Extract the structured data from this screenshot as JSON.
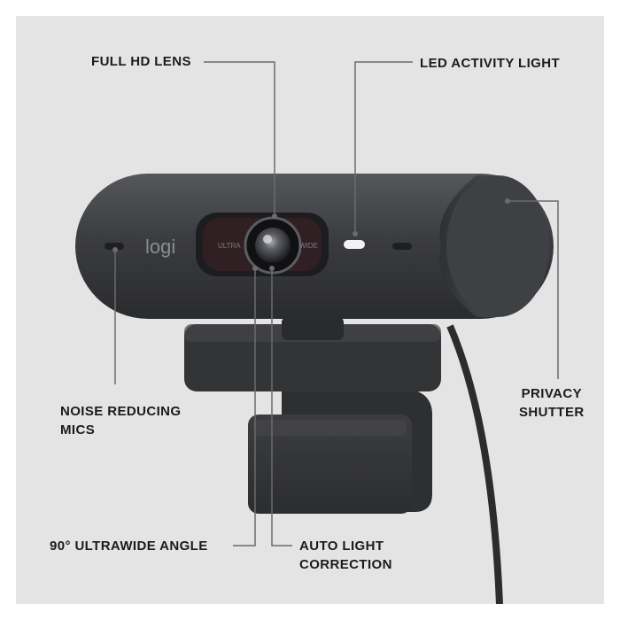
{
  "callouts": {
    "lens": "FULL HD LENS",
    "led": "LED ACTIVITY LIGHT",
    "mics_line1": "NOISE REDUCING",
    "mics_line2": "MICS",
    "privacy_line1": "PRIVACY",
    "privacy_line2": "SHUTTER",
    "wide": "90° ULTRAWIDE ANGLE",
    "light_line1": "AUTO LIGHT",
    "light_line2": "CORRECTION"
  },
  "webcam": {
    "logo": "logi",
    "lens_left_label": "ULTRA",
    "lens_right_label": "WIDE"
  },
  "colors": {
    "background": "#e4e4e4",
    "body": "#3a3b3d",
    "label_text": "#1b1b1b",
    "leader_line": "#6b6b6b"
  }
}
